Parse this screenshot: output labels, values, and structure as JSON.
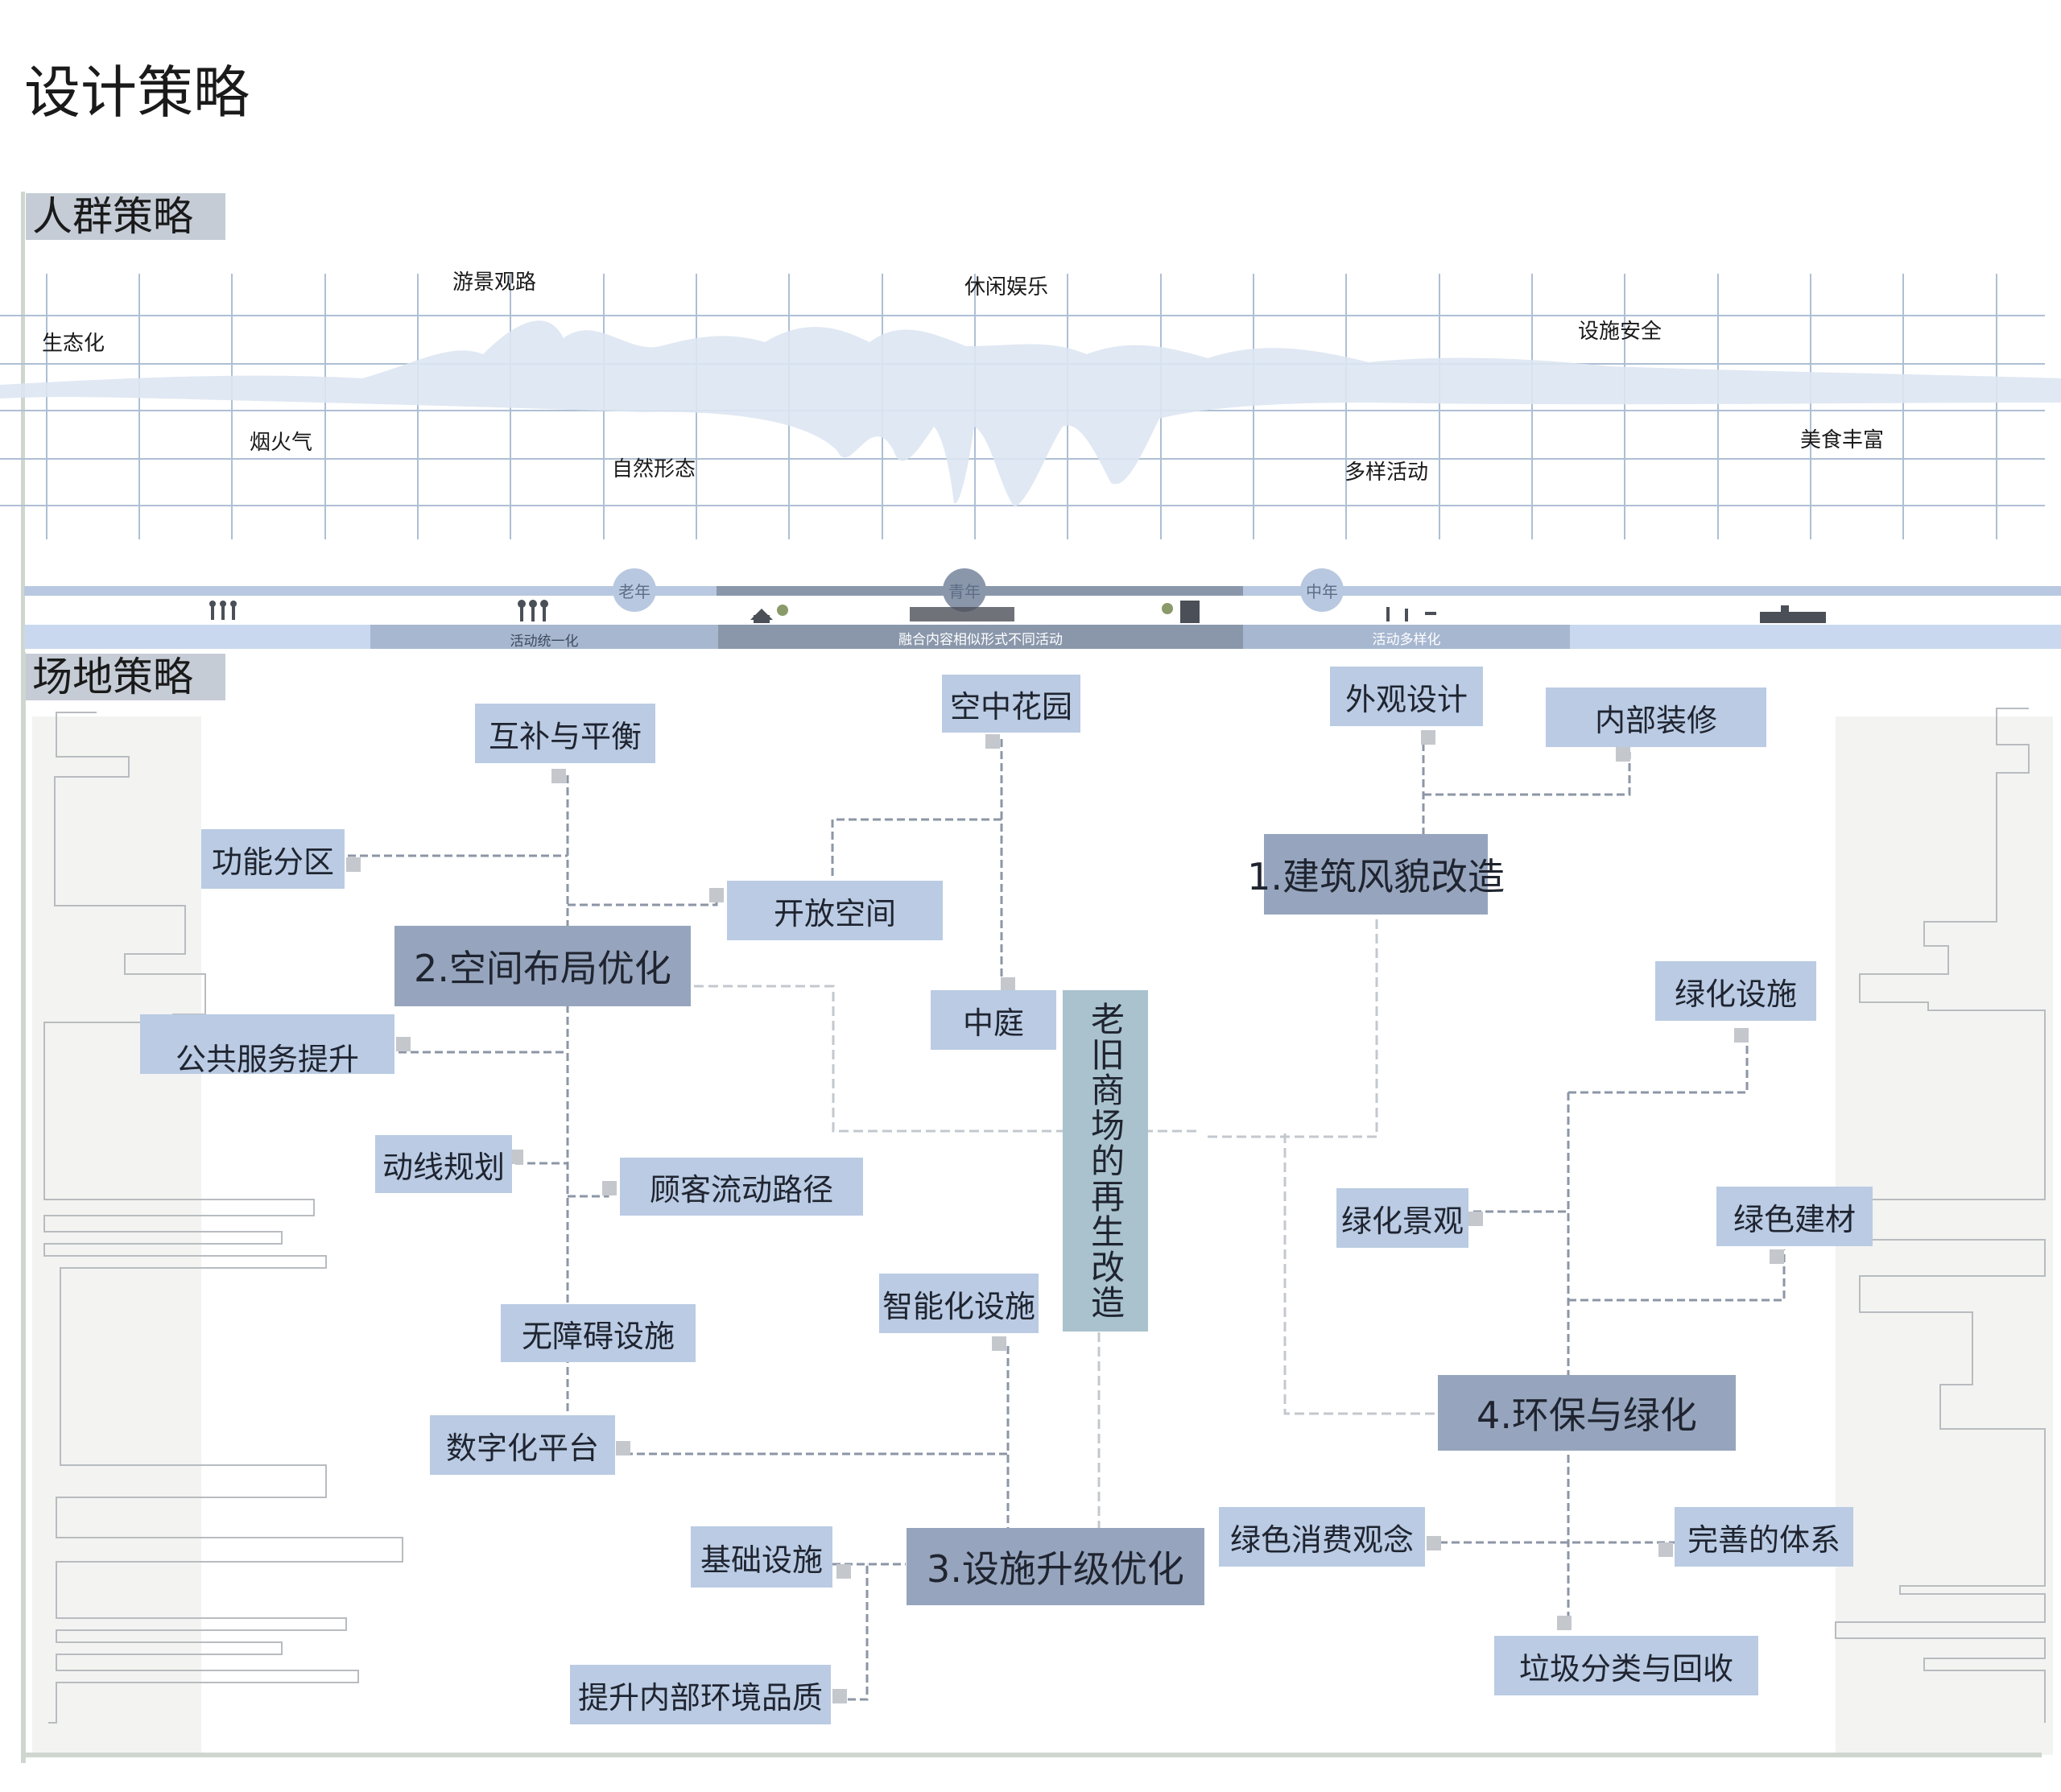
{
  "page_title": "设计策略",
  "crowd_section": {
    "title": "人群策略",
    "keywords": [
      "生态化",
      "游景观路",
      "烟火气",
      "自然形态",
      "休闲娱乐",
      "多样活动",
      "设施安全",
      "美食丰富"
    ],
    "ages": [
      "老年",
      "青年",
      "中年"
    ],
    "band_labels": [
      "活动统一化",
      "融合内容相似形式不同活动",
      "活动多样化"
    ]
  },
  "site_section": {
    "title": "场地策略",
    "center": "老旧商场的再生改造",
    "main_nodes": [
      "1.建筑风貌改造",
      "2.空间布局优化",
      "3.设施升级优化",
      "4.环保与绿化"
    ],
    "nodes": {
      "hubu": "互补与平衡",
      "gongneng": "功能分区",
      "kaifang": "开放空间",
      "gonggong": "公共服务提升",
      "dongxian": "动线规划",
      "guke": "顾客流动路径",
      "wuzhangai": "无障碍设施",
      "kongzhong": "空中花园",
      "zhongting": "中庭",
      "waiguan": "外观设计",
      "neibu": "内部装修",
      "zhineng": "智能化设施",
      "shuzi": "数字化平台",
      "jichu": "基础设施",
      "tisheng": "提升内部环境品质",
      "lvhuasheshi": "绿化设施",
      "lvhuajingguan": "绿化景观",
      "lvsejiancai": "绿色建材",
      "lvsexiaofei": "绿色消费观念",
      "wanshan": "完善的体系",
      "laji": "垃圾分类与回收"
    }
  },
  "colors": {
    "node_fill": "#bacbe3",
    "main_node_fill": "#96a5bd",
    "center_fill": "#a9c2cd",
    "section_header": "#c5ccd6",
    "grid": "#aebfd4",
    "band_light": "#c9d8ef",
    "band_mid": "#a7b7d0",
    "band_dark": "#8a97ab"
  }
}
